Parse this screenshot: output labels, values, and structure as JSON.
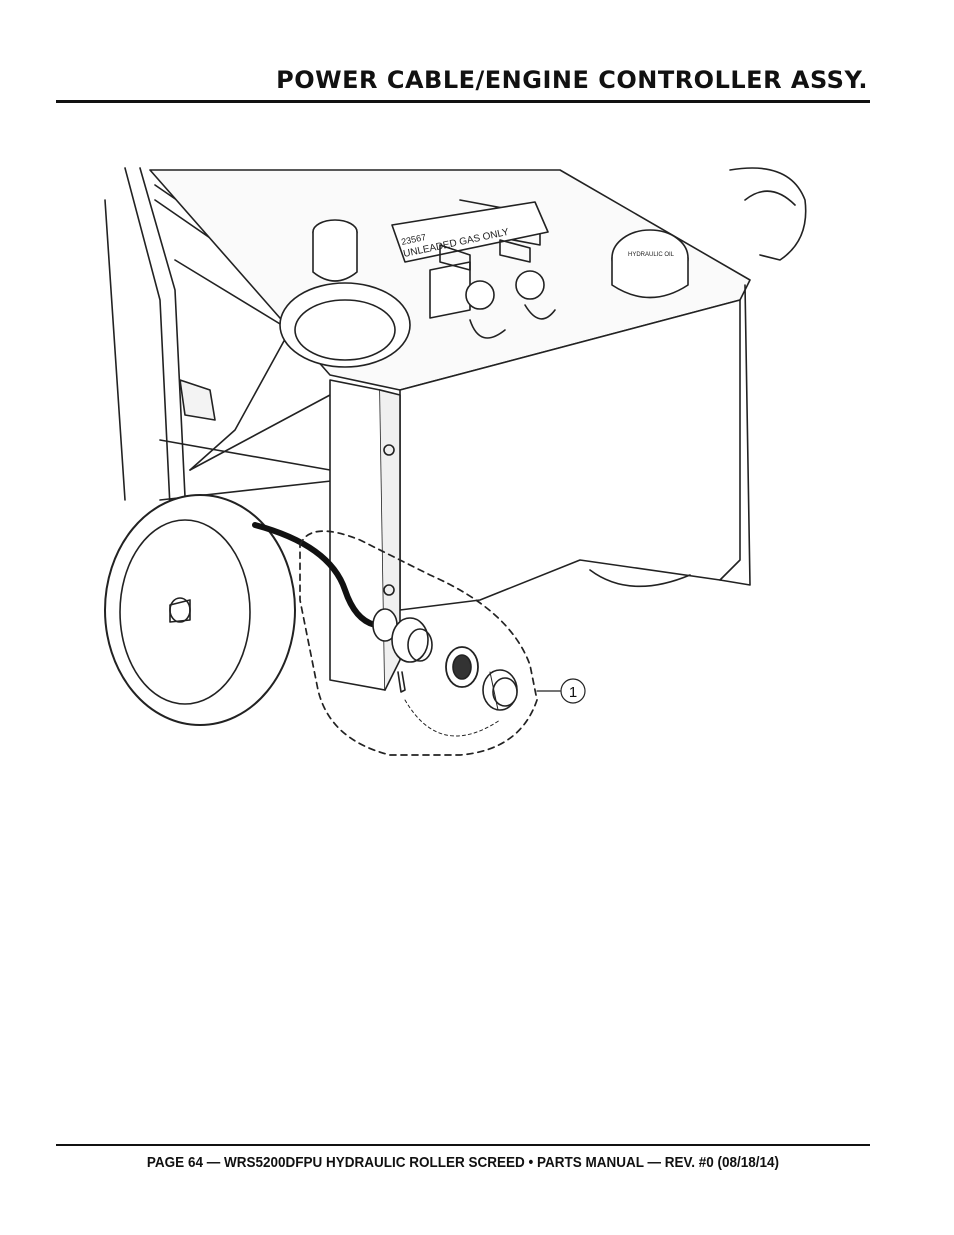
{
  "header": {
    "title": "POWER CABLE/ENGINE CONTROLLER ASSY."
  },
  "drawing": {
    "decal_part_number": "23567",
    "decal_text": "UNLEADED GAS ONLY",
    "tank_label": "HYDRAULIC OIL",
    "callouts": [
      {
        "number": "1"
      }
    ]
  },
  "footer": {
    "text": "PAGE 64 — WRS5200DFPU HYDRAULIC ROLLER SCREED • PARTS MANUAL  — REV. #0 (08/18/14)"
  }
}
